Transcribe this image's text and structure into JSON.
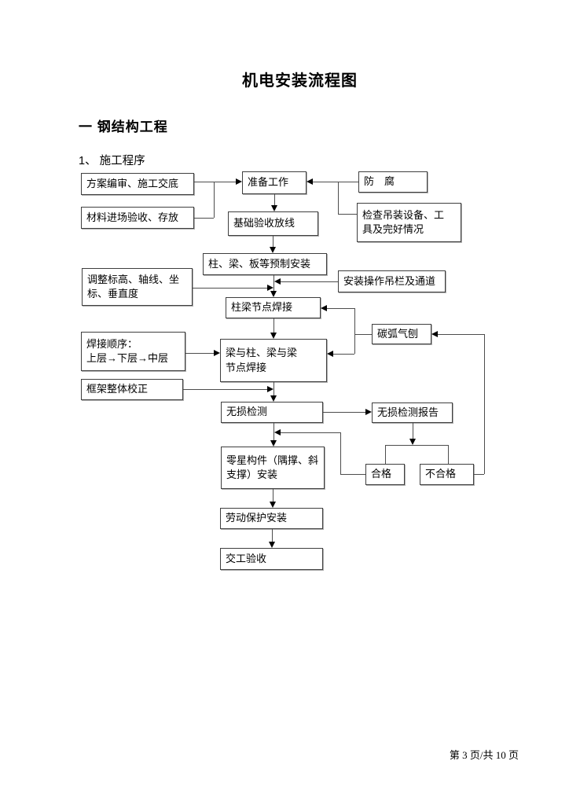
{
  "page": {
    "title": "机电安装流程图",
    "section_heading": "一 钢结构工程",
    "subsection_heading": "1、 施工程序",
    "footer": "第 3 页/共 10 页"
  },
  "flowchart": {
    "nodes": {
      "plan_review": {
        "label": "方案编审、施工交底"
      },
      "material_check": {
        "label": "材料进场验收、存放"
      },
      "prepare": {
        "label": "准备工作"
      },
      "anticorrosion": {
        "label": "防　腐"
      },
      "equipment_check": {
        "label": "检查吊装设备、工\n具及完好情况"
      },
      "foundation": {
        "label": "基础验收放线"
      },
      "prefab_install": {
        "label": "柱、梁、板等预制安装"
      },
      "adjust": {
        "label": "调整标高、轴线、坐\n标、垂直度"
      },
      "platform": {
        "label": "安装操作吊栏及通道"
      },
      "column_beam_weld": {
        "label": "柱梁节点焊接"
      },
      "gouging": {
        "label": "碳弧气刨"
      },
      "weld_order": {
        "label": "焊接顺序：\n上层→下层→中层"
      },
      "beam_weld": {
        "label": "梁与柱、梁与梁\n节点焊接"
      },
      "frame_correct": {
        "label": "框架整体校正"
      },
      "ndt": {
        "label": "无损检测"
      },
      "ndt_report": {
        "label": "无损检测报告"
      },
      "misc_install": {
        "label": "零星构件（隅撑、斜\n支撑）安装"
      },
      "qualified": {
        "label": "合格"
      },
      "unqualified": {
        "label": "不合格"
      },
      "labor_protection": {
        "label": "劳动保护安装"
      },
      "acceptance": {
        "label": "交工验收"
      }
    }
  }
}
